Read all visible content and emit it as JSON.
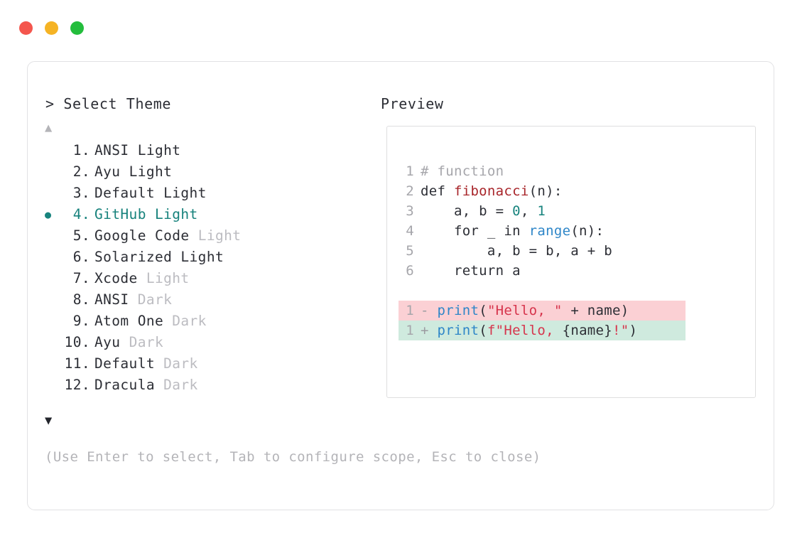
{
  "window": {
    "traffic_lights": [
      {
        "name": "close",
        "color": "#f4564d"
      },
      {
        "name": "minimize",
        "color": "#f5b324"
      },
      {
        "name": "zoom",
        "color": "#23bd3c"
      }
    ]
  },
  "prompt": {
    "marker": ">",
    "title": "Select Theme",
    "preview_label": "Preview"
  },
  "scroll": {
    "up_glyph": "▲",
    "down_glyph": "▼",
    "up_enabled": false,
    "down_enabled": true
  },
  "selection": {
    "bullet_glyph": "●",
    "selected_index": 4,
    "accent_color": "#17827c"
  },
  "themes": [
    {
      "index": "1.",
      "name": "ANSI",
      "variant": "Light",
      "variant_dim": false,
      "selected": false
    },
    {
      "index": "2.",
      "name": "Ayu",
      "variant": "Light",
      "variant_dim": false,
      "selected": false
    },
    {
      "index": "3.",
      "name": "Default",
      "variant": "Light",
      "variant_dim": false,
      "selected": false
    },
    {
      "index": "4.",
      "name": "GitHub",
      "variant": "Light",
      "variant_dim": false,
      "selected": true
    },
    {
      "index": "5.",
      "name": "Google Code",
      "variant": "Light",
      "variant_dim": true,
      "selected": false
    },
    {
      "index": "6.",
      "name": "Solarized",
      "variant": "Light",
      "variant_dim": false,
      "selected": false
    },
    {
      "index": "7.",
      "name": "Xcode",
      "variant": "Light",
      "variant_dim": true,
      "selected": false
    },
    {
      "index": "8.",
      "name": "ANSI",
      "variant": "Dark",
      "variant_dim": true,
      "selected": false
    },
    {
      "index": "9.",
      "name": "Atom One",
      "variant": "Dark",
      "variant_dim": true,
      "selected": false
    },
    {
      "index": "10.",
      "name": "Ayu",
      "variant": "Dark",
      "variant_dim": true,
      "selected": false
    },
    {
      "index": "11.",
      "name": "Default",
      "variant": "Dark",
      "variant_dim": true,
      "selected": false
    },
    {
      "index": "12.",
      "name": "Dracula",
      "variant": "Dark",
      "variant_dim": true,
      "selected": false
    }
  ],
  "hint": "(Use Enter to select, Tab to configure scope, Esc to close)",
  "preview": {
    "code_lines": [
      {
        "lineno": "1",
        "tokens": [
          {
            "text": "# function",
            "type": "comment"
          }
        ]
      },
      {
        "lineno": "2",
        "tokens": [
          {
            "text": "def ",
            "type": "keyword"
          },
          {
            "text": "fibonacci",
            "type": "func"
          },
          {
            "text": "(n):",
            "type": "plain"
          }
        ]
      },
      {
        "lineno": "3",
        "tokens": [
          {
            "text": "    a, b = ",
            "type": "plain"
          },
          {
            "text": "0",
            "type": "num"
          },
          {
            "text": ", ",
            "type": "plain"
          },
          {
            "text": "1",
            "type": "num"
          }
        ]
      },
      {
        "lineno": "4",
        "tokens": [
          {
            "text": "    for _ in ",
            "type": "plain"
          },
          {
            "text": "range",
            "type": "builtin"
          },
          {
            "text": "(n):",
            "type": "plain"
          }
        ]
      },
      {
        "lineno": "5",
        "tokens": [
          {
            "text": "        a, b = b, a + b",
            "type": "plain"
          }
        ]
      },
      {
        "lineno": "6",
        "tokens": [
          {
            "text": "    return a",
            "type": "plain"
          }
        ]
      }
    ],
    "diff_lines": [
      {
        "lineno": "1",
        "marker": "-",
        "kind": "delete",
        "background": "#fbd0d4",
        "tokens": [
          {
            "text": "print",
            "type": "builtin"
          },
          {
            "text": "(",
            "type": "plain"
          },
          {
            "text": "\"Hello, \"",
            "type": "string"
          },
          {
            "text": " + name)",
            "type": "plain"
          }
        ]
      },
      {
        "lineno": "1",
        "marker": "+",
        "kind": "add",
        "background": "#cfeade",
        "tokens": [
          {
            "text": "print",
            "type": "builtin"
          },
          {
            "text": "(",
            "type": "plain"
          },
          {
            "text": "f\"Hello, ",
            "type": "string"
          },
          {
            "text": "{name}",
            "type": "plain"
          },
          {
            "text": "!\"",
            "type": "string"
          },
          {
            "text": ")",
            "type": "plain"
          }
        ]
      }
    ]
  }
}
